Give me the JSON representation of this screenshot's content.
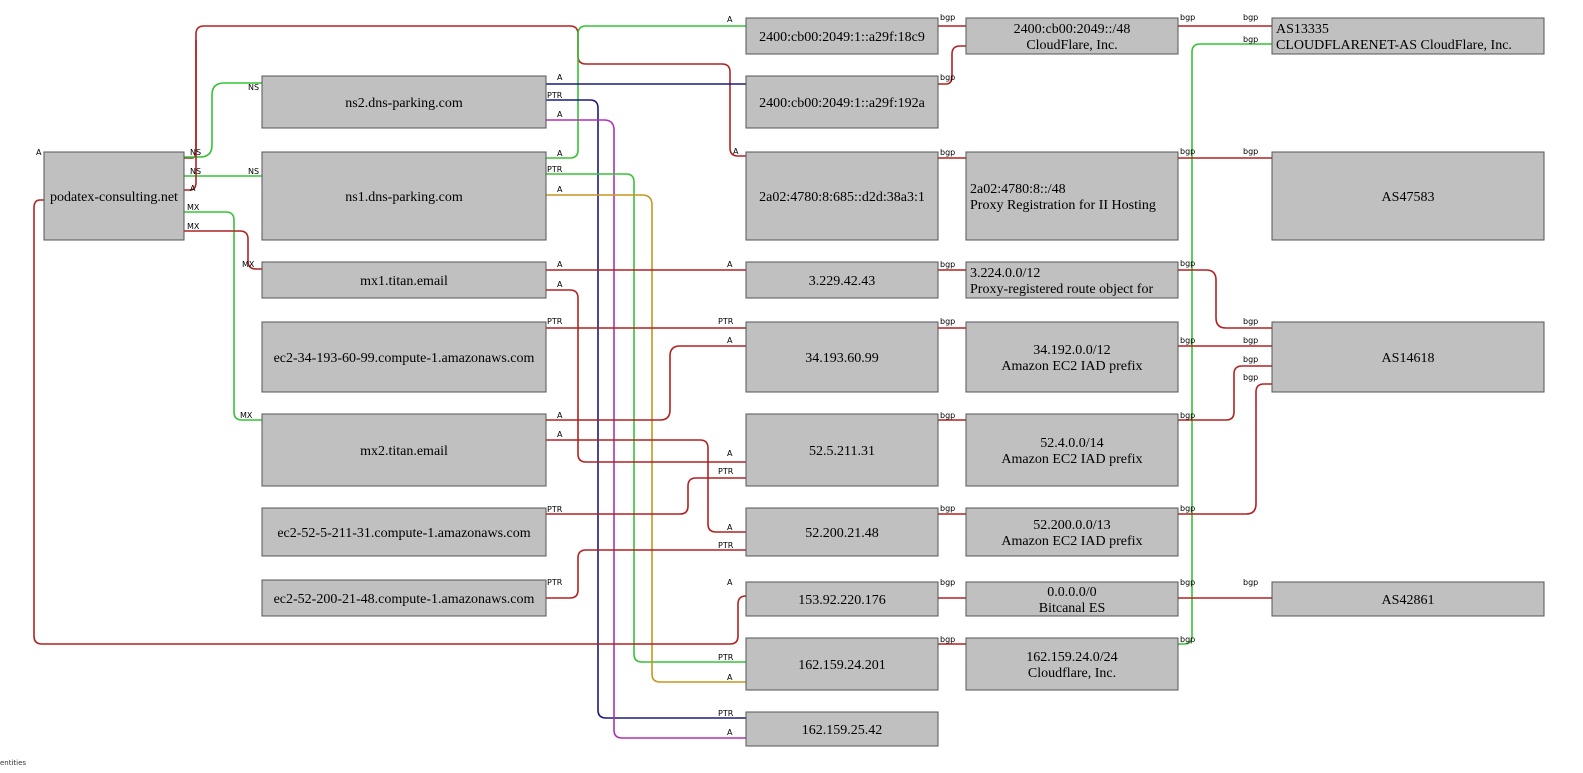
{
  "colors": {
    "red": "#b22222",
    "green": "#35c335",
    "blue": "#1a1a80",
    "magenta": "#b030b0",
    "orange": "#c8961e"
  },
  "nodes": {
    "podatex": {
      "lines": [
        "podatex-consulting.net"
      ]
    },
    "ns2": {
      "lines": [
        "ns2.dns-parking.com"
      ]
    },
    "ns1": {
      "lines": [
        "ns1.dns-parking.com"
      ]
    },
    "mx1": {
      "lines": [
        "mx1.titan.email"
      ]
    },
    "ec2_34": {
      "lines": [
        "ec2-34-193-60-99.compute-1.amazonaws.com"
      ]
    },
    "mx2": {
      "lines": [
        "mx2.titan.email"
      ]
    },
    "ec2_52_5": {
      "lines": [
        "ec2-52-5-211-31.compute-1.amazonaws.com"
      ]
    },
    "ec2_52_200": {
      "lines": [
        "ec2-52-200-21-48.compute-1.amazonaws.com"
      ]
    },
    "ip6_1": {
      "lines": [
        "2400:cb00:2049:1::a29f:18c9"
      ]
    },
    "ip6_2": {
      "lines": [
        "2400:cb00:2049:1::a29f:192a"
      ]
    },
    "ip6_3": {
      "lines": [
        "2a02:4780:8:685::d2d:38a3:1"
      ]
    },
    "ip_3229": {
      "lines": [
        "3.229.42.43"
      ]
    },
    "ip_34193": {
      "lines": [
        "34.193.60.99"
      ]
    },
    "ip_525": {
      "lines": [
        "52.5.211.31"
      ]
    },
    "ip_52200": {
      "lines": [
        "52.200.21.48"
      ]
    },
    "ip_153": {
      "lines": [
        "153.92.220.176"
      ]
    },
    "ip_162_201": {
      "lines": [
        "162.159.24.201"
      ]
    },
    "ip_162_42": {
      "lines": [
        "162.159.25.42"
      ]
    },
    "pf_cf": {
      "lines": [
        "2400:cb00:2049::/48",
        "CloudFlare, Inc."
      ]
    },
    "pf_2a02": {
      "lines": [
        "2a02:4780:8::/48",
        "Proxy Registration for II Hosting"
      ]
    },
    "pf_3224": {
      "lines": [
        "3.224.0.0/12",
        "Proxy-registered route object for"
      ]
    },
    "pf_34192": {
      "lines": [
        "34.192.0.0/12",
        "Amazon EC2 IAD prefix"
      ]
    },
    "pf_524": {
      "lines": [
        "52.4.0.0/14",
        "Amazon EC2 IAD prefix"
      ]
    },
    "pf_52200": {
      "lines": [
        "52.200.0.0/13",
        "Amazon EC2 IAD prefix"
      ]
    },
    "pf_0": {
      "lines": [
        "0.0.0.0/0",
        "Bitcanal ES"
      ]
    },
    "pf_162": {
      "lines": [
        "162.159.24.0/24",
        "Cloudflare, Inc."
      ]
    },
    "as13335": {
      "lines": [
        "AS13335",
        "CLOUDFLARENET-AS CloudFlare, Inc."
      ]
    },
    "as47583": {
      "lines": [
        "AS47583"
      ]
    },
    "as14618": {
      "lines": [
        "AS14618"
      ]
    },
    "as42861": {
      "lines": [
        "AS42861"
      ]
    }
  },
  "edge_labels": [
    "A",
    "NS",
    "MX",
    "PTR",
    "bgp"
  ],
  "footer": "entities"
}
